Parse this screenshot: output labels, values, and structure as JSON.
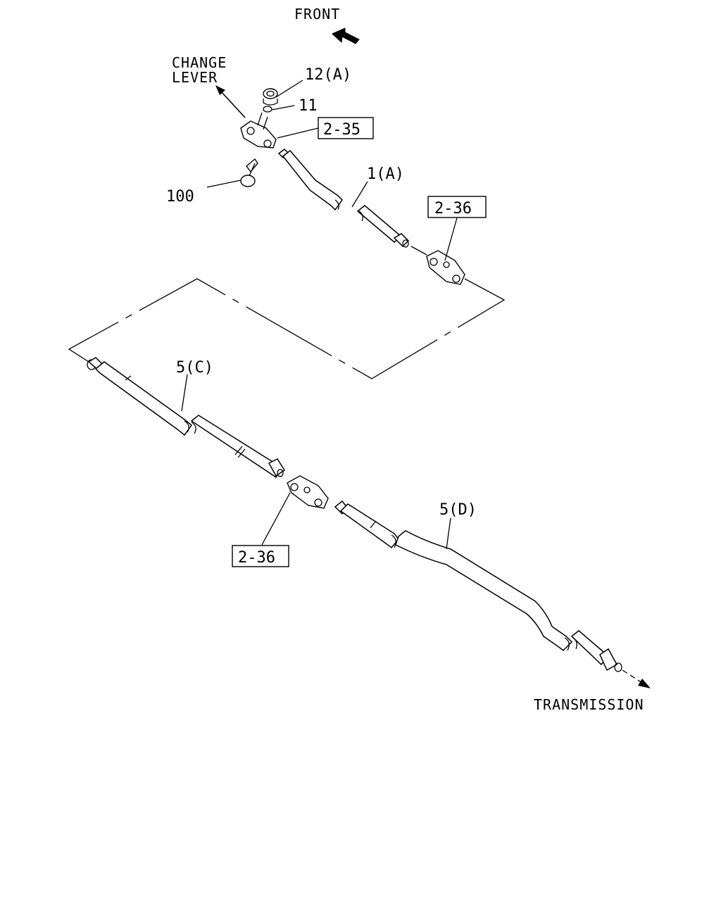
{
  "labels": {
    "front": "FRONT",
    "change_lever_1": "CHANGE",
    "change_lever_2": "LEVER",
    "nut": "12(A)",
    "washer": "11",
    "ref_joint_top": "2-35",
    "bolt": "100",
    "shaft_upper": "1(A)",
    "ref_joint_mid": "2-36",
    "shaft_middle": "5(C)",
    "ref_joint_lower": "2-36",
    "shaft_lower": "5(D)",
    "transmission": "TRANSMISSION"
  },
  "colors": {
    "line": "#000000",
    "background": "#ffffff"
  }
}
